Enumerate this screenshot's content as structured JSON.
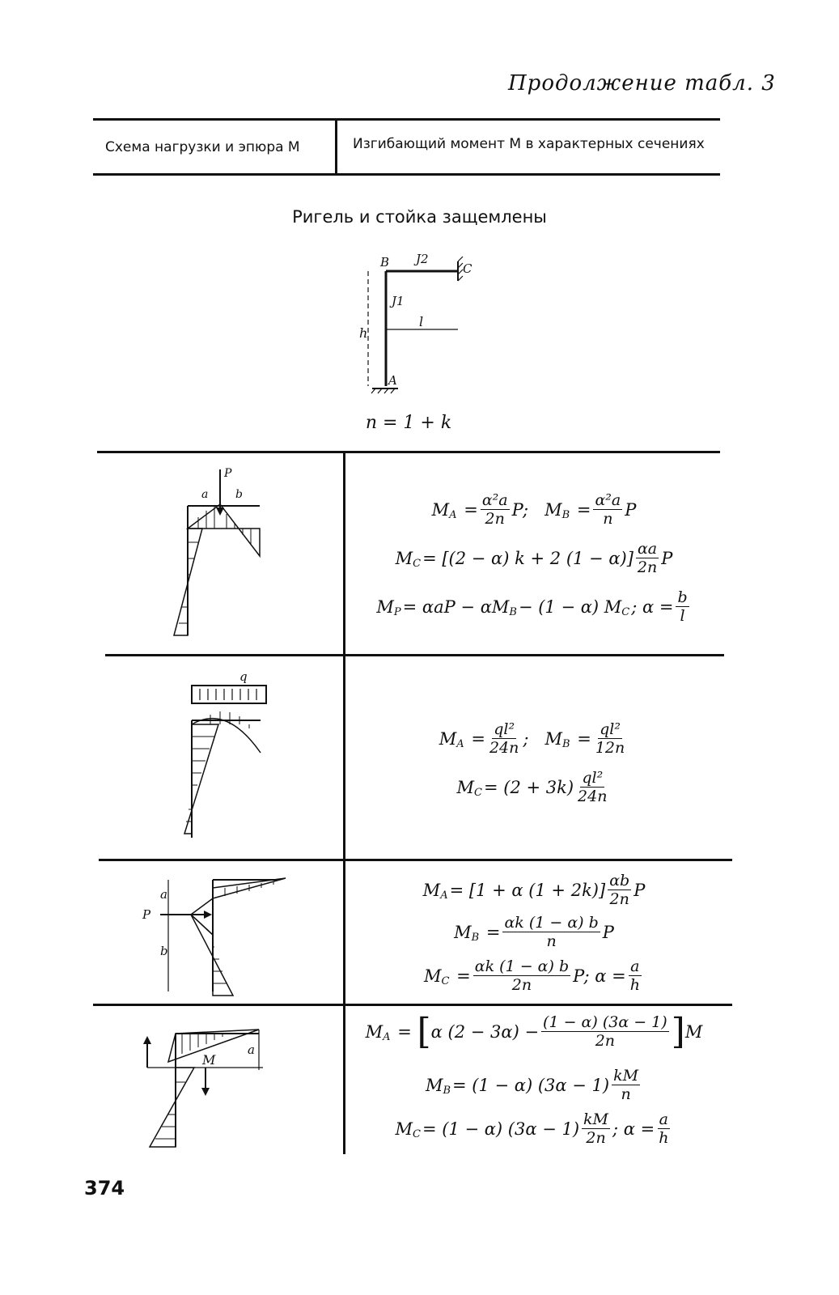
{
  "continuation": "Продолжение табл. 3",
  "header": {
    "col1": "Схема нагрузки и эпюра M",
    "col2": "Изгибающий момент M в характерных сечениях"
  },
  "section": {
    "title": "Ригель и стойка защемлены",
    "n_formula": "n = 1 + k"
  },
  "frame_labels": {
    "B": "B",
    "C": "C",
    "A": "A",
    "J1": "J1",
    "J2": "J2",
    "h": "h",
    "l": "l"
  },
  "rows": [
    {
      "diagram_labels": {
        "P": "P",
        "a": "a",
        "b": "b"
      },
      "eq": {
        "ma_left": "M",
        "ma_sub": "A",
        "ma_num": "α²a",
        "ma_den": "2n",
        "ma_tail": "P;",
        "mb_left": "M",
        "mb_sub": "B",
        "mb_num": "α²a",
        "mb_den": "n",
        "mb_tail": "P",
        "mc_left": "M",
        "mc_sub": "C",
        "mc_mid": "= [(2 − α) k + 2 (1 − α)]",
        "mc_num": "αa",
        "mc_den": "2n",
        "mc_tail": "P",
        "mp_left": "M",
        "mp_sub": "P",
        "mp_mid": "= αaP − αM",
        "mp_sub2": "B",
        "mp_mid2": "− (1 − α) M",
        "mp_sub3": "C",
        "mp_mid3": ";  α =",
        "mp_num": "b",
        "mp_den": "l"
      }
    },
    {
      "diagram_labels": {
        "q": "q"
      },
      "eq": {
        "ma_left": "M",
        "ma_sub": "A",
        "ma_num": "ql²",
        "ma_den": "24n",
        "ma_tail": ";",
        "mb_left": "M",
        "mb_sub": "B",
        "mb_num": "ql²",
        "mb_den": "12n",
        "mc_left": "M",
        "mc_sub": "C",
        "mc_mid": "= (2 + 3k)",
        "mc_num": "ql²",
        "mc_den": "24n"
      }
    },
    {
      "diagram_labels": {
        "P": "P",
        "a": "a",
        "b": "b"
      },
      "eq": {
        "ma_left": "M",
        "ma_sub": "A",
        "ma_mid": "= [1 + α (1 + 2k)]",
        "ma_num": "αb",
        "ma_den": "2n",
        "ma_tail": "P",
        "mb_left": "M",
        "mb_sub": "B",
        "mb_num": "αk (1 − α) b",
        "mb_den": "n",
        "mb_tail": "P",
        "mc_left": "M",
        "mc_sub": "C",
        "mc_num": "αk (1 − α) b",
        "mc_den": "2n",
        "mc_tail": "P;   α =",
        "mc_num2": "a",
        "mc_den2": "h"
      }
    },
    {
      "diagram_labels": {
        "M": "M",
        "a": "a"
      },
      "eq": {
        "ma_left": "M",
        "ma_sub": "A",
        "ma_mid": "α (2 − 3α) −",
        "ma_num": "(1 − α) (3α − 1)",
        "ma_den": "2n",
        "ma_tail": "M",
        "mb_left": "M",
        "mb_sub": "B",
        "mb_mid": "= (1 − α) (3α − 1)",
        "mb_num": "kM",
        "mb_den": "n",
        "mc_left": "M",
        "mc_sub": "C",
        "mc_mid": "= (1 − α) (3α − 1)",
        "mc_num": "kM",
        "mc_den": "2n",
        "mc_tail": ";   α =",
        "mc_num2": "a",
        "mc_den2": "h"
      }
    }
  ],
  "page_number": "374"
}
